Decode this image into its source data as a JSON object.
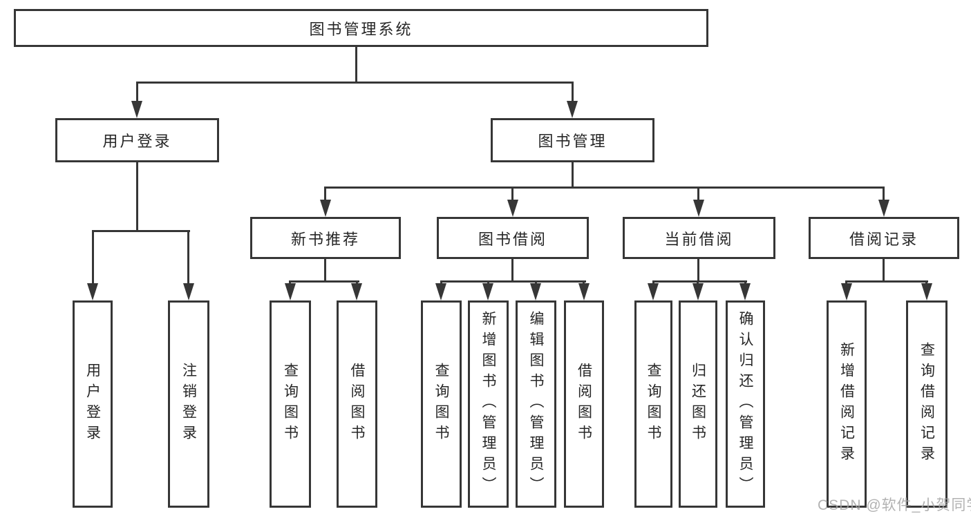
{
  "colors": {
    "line": "#363636",
    "text": "#262626",
    "background": "#ffffff",
    "watermark_gray": "#a5a5a5"
  },
  "tree": {
    "root": {
      "label": "图书管理系统"
    },
    "branches": [
      {
        "label": "用户登录",
        "children": [
          {
            "label": "用户登录"
          },
          {
            "label": "注销登录"
          }
        ]
      },
      {
        "label": "图书管理",
        "children": [
          {
            "label": "新书推荐",
            "children": [
              {
                "label": "查询图书"
              },
              {
                "label": "借阅图书"
              }
            ]
          },
          {
            "label": "图书借阅",
            "children": [
              {
                "label": "查询图书"
              },
              {
                "label": "新增图书（管理员）"
              },
              {
                "label": "编辑图书（管理员）"
              },
              {
                "label": "借阅图书"
              }
            ]
          },
          {
            "label": "当前借阅",
            "children": [
              {
                "label": "查询图书"
              },
              {
                "label": "归还图书"
              },
              {
                "label": "确认归还（管理员）"
              }
            ]
          },
          {
            "label": "借阅记录",
            "children": [
              {
                "label": "新增借阅记录"
              },
              {
                "label": "查询借阅记录"
              }
            ]
          }
        ]
      }
    ]
  },
  "watermark": {
    "text": "CSDN @软件_小贺同学"
  }
}
